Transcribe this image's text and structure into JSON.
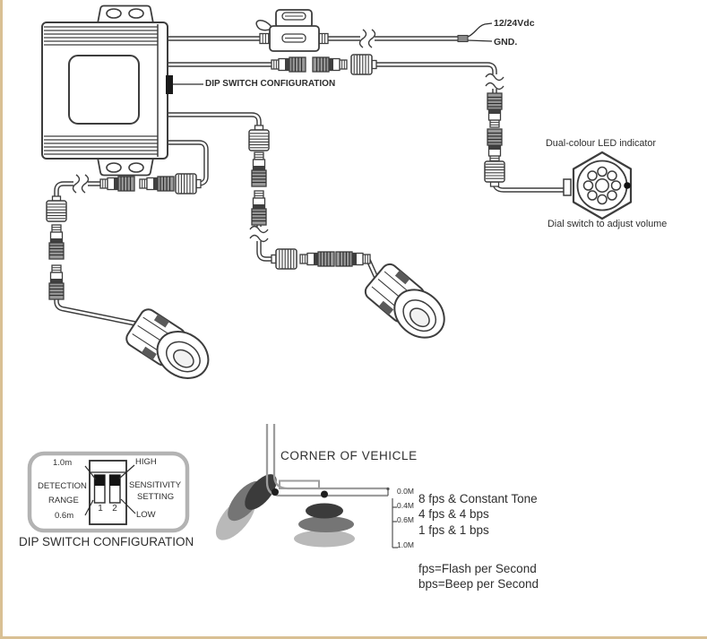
{
  "colors": {
    "edge_strip": "#d9c094",
    "line": "#3d3d3d",
    "vehicle_line": "#9d9d9d",
    "zone_near": "#3b3b3b",
    "zone_mid": "#757575",
    "zone_far": "#b9b9b9"
  },
  "wiring": {
    "dip_pointer_label": "DIP SWITCH CONFIGURATION",
    "power_positive": "12/24Vdc",
    "power_ground": "GND.",
    "led_indicator_title": "Dual-colour LED indicator",
    "led_indicator_caption": "Dial switch to adjust volume"
  },
  "dip_panel": {
    "range_max": "1.0m",
    "range_min": "0.6m",
    "range_word1": "DETECTION",
    "range_word2": "RANGE",
    "sensitivity_high": "HIGH",
    "sensitivity_low": "LOW",
    "sensitivity_word1": "SENSITIVITY",
    "sensitivity_word2": "SETTING",
    "switch_1": "1",
    "switch_2": "2",
    "caption": "DIP SWITCH CONFIGURATION"
  },
  "zones": {
    "title": "CORNER OF VEHICLE",
    "distances": [
      "0.0M",
      "0.4M",
      "0.6M",
      "1.0M"
    ],
    "alerts": [
      "8 fps & Constant Tone",
      "4 fps & 4 bps",
      "1 fps & 1 bps"
    ],
    "legend": [
      "fps=Flash per Second",
      "bps=Beep per Second"
    ]
  }
}
